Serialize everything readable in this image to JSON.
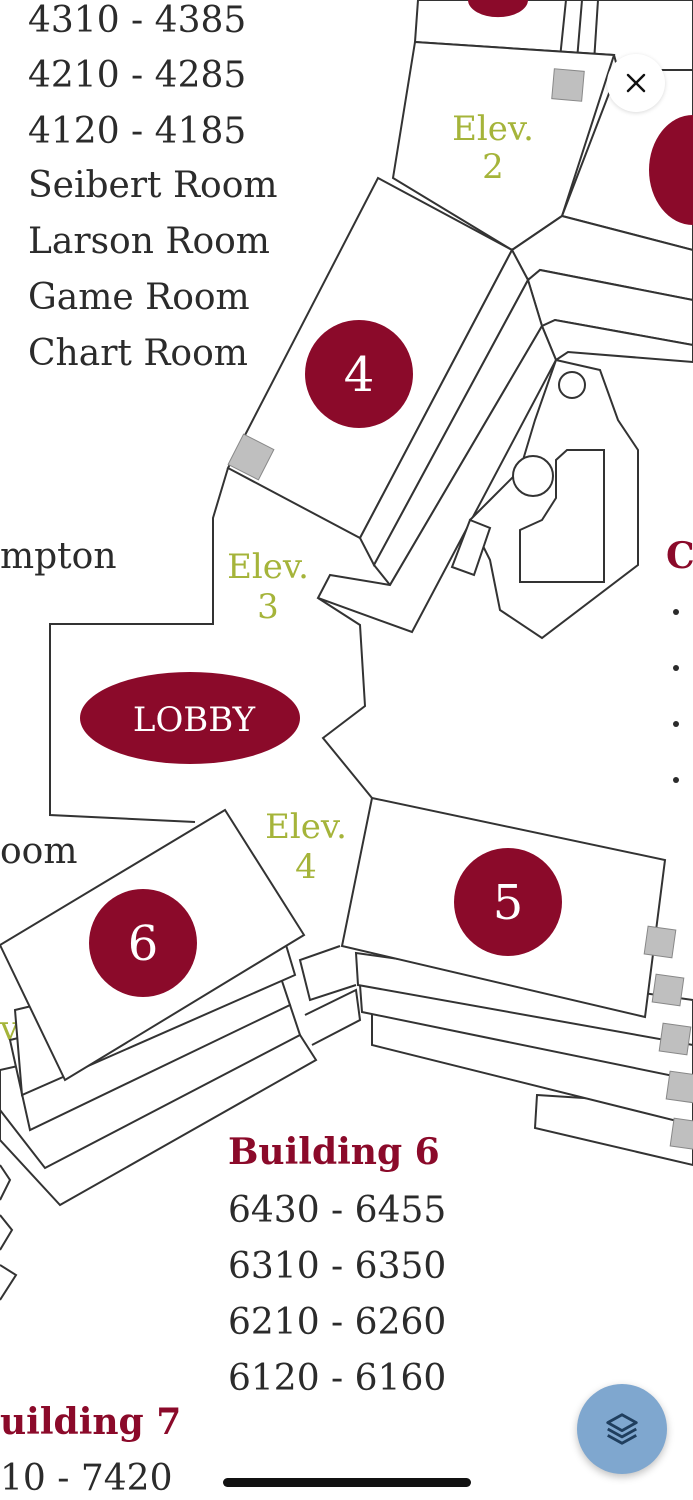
{
  "colors": {
    "accent": "#8b0a2a",
    "elevator": "#a5b43a",
    "walls": "#333333",
    "stair": "#bfbfbf",
    "layers_button": "#7fa7cf"
  },
  "building4_rooms": [
    "4310 - 4385",
    "4210 - 4285",
    "4120 - 4185",
    "Seibert Room",
    "Larson Room",
    "Game Room",
    "Chart Room"
  ],
  "partial_labels": {
    "left_upper": "mpton",
    "left_lower": "oom",
    "left_elev": "v.",
    "right_initial": "C"
  },
  "elevators": [
    {
      "label": "Elev.",
      "number": "2"
    },
    {
      "label": "Elev.",
      "number": "3"
    },
    {
      "label": "Elev.",
      "number": "4"
    }
  ],
  "markers": {
    "b4": "4",
    "b5": "5",
    "b6": "6"
  },
  "lobby": {
    "label": "LOBBY"
  },
  "building6": {
    "title": "Building 6",
    "rooms": [
      "6430 - 6455",
      "6310 - 6350",
      "6210 - 6260",
      "6120 - 6160"
    ]
  },
  "building7": {
    "title": "uilding 7",
    "rooms": [
      "10 - 7420"
    ]
  },
  "controls": {
    "close_icon": "close-icon",
    "layers_icon": "layers-icon"
  }
}
